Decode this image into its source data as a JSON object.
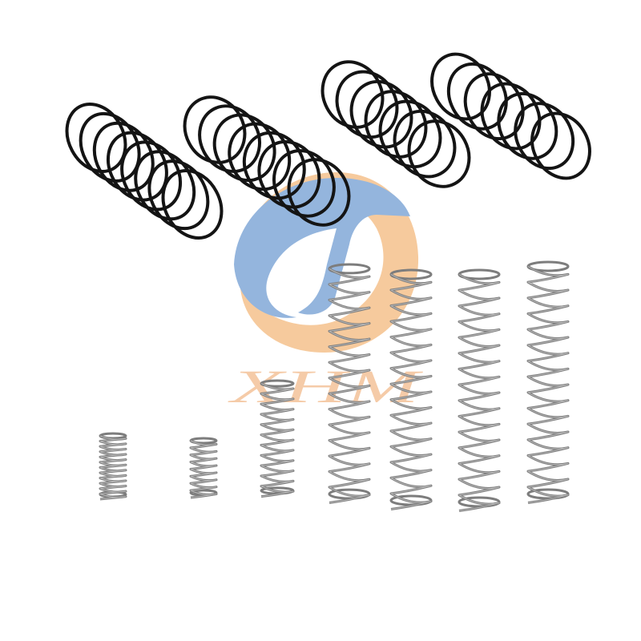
{
  "watermark": {
    "text": "XHM",
    "color_blue": "#8fb2dc",
    "color_orange": "#f6c898",
    "text_color": "#f5c9a4"
  },
  "springs": {
    "dark_color": "#141414",
    "steel_color": "#7d7d7d",
    "steel_light": "#b9b9b9",
    "large_black_count": 4,
    "steel_count": 7
  }
}
